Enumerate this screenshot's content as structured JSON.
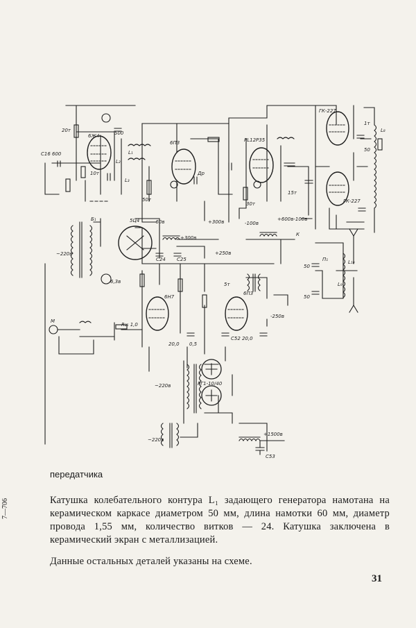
{
  "caption": "передатчика",
  "side_mark": "7—706",
  "paragraphs": [
    "Катушка колебательного контура L₁ задающего генератора намотана на керамическом каркасе диаметром 50 мм, длина намотки 60 мм, диаметр провода 1,55 мм, количество витков — 24. Катушка заключена в керамический экран с металлизацией.",
    "Данные остальных деталей указаны на схеме."
  ],
  "page_number": "31",
  "schematic_labels": {
    "tube_osc": "6Ж4",
    "tube_buffer": "6П3",
    "tube_pa": "PL12P35",
    "tube_final_pair": "ГК-227",
    "tube_final_pair2": "ГК-227",
    "rectifier": "5Ц4",
    "tube_mod_pre": "6Н7",
    "tube_mod_out": "6П3",
    "rectifier_hv": "РГ1-10/40",
    "mains_1": "~220в",
    "mains_2": "~220в",
    "mains_3": "~220в",
    "heater": "6,3в",
    "v_minus_60": "-60в",
    "v_300": "+300в",
    "v_300b": "+300в",
    "v_250": "+250в",
    "v_minus_250": "-250в",
    "v_minus_100": "-100в",
    "v_600": "+600в-100в",
    "v_1500": "+1500в",
    "mic": "М",
    "r_20m": "20т",
    "c_500": "500",
    "c_16": "С16 600",
    "dr": "Др",
    "c_10m": "10т",
    "l1": "L₁",
    "l2": "L₂",
    "l3": "L₃",
    "l8": "L₈",
    "l9": "L₉",
    "l10": "L₁₀",
    "c_50a": "50",
    "c_50b": "50",
    "c_50c": "50",
    "c_24": "С24",
    "c_25": "С25",
    "c_53": "С53",
    "c_50_05": "0,5",
    "c_52": "С52 20,0",
    "c_20": "20,0",
    "r_50": "50т",
    "c_5m": "5т",
    "c_1m": "1т",
    "c_15m": "15т",
    "c_30m": "30т",
    "k": "К",
    "b1": "Б₁",
    "p1": "П₁",
    "rx": "R₂₅ 1,0"
  }
}
